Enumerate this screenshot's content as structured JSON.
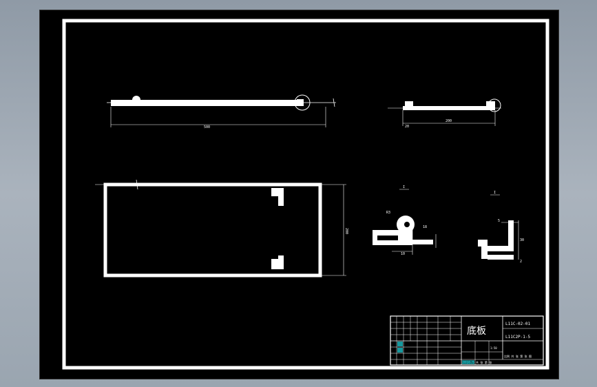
{
  "title_block": {
    "part_name": "底板",
    "drawing_no": "L11C-02-01",
    "assembly_no": "L11C2P-1-5",
    "material": "",
    "date": "2016.5",
    "scale_label": "1:50",
    "sheet_label": "共 张 第 张",
    "company": "",
    "note": "比例 共 张 第 张 图"
  },
  "views": {
    "front": {
      "length_dim": "500"
    },
    "side": {
      "length_dim": "200",
      "dim_small": "20"
    },
    "plan": {
      "height_dim": "200"
    },
    "detail_a_label": "I",
    "detail_b_label": "I",
    "detail_a_dims": [
      "10",
      "R3",
      "18"
    ],
    "detail_b_dims": [
      "5",
      "30",
      "2"
    ]
  },
  "colors": {
    "line": "#ffffff",
    "highlight": "#20d8e0",
    "background": "#000000"
  }
}
